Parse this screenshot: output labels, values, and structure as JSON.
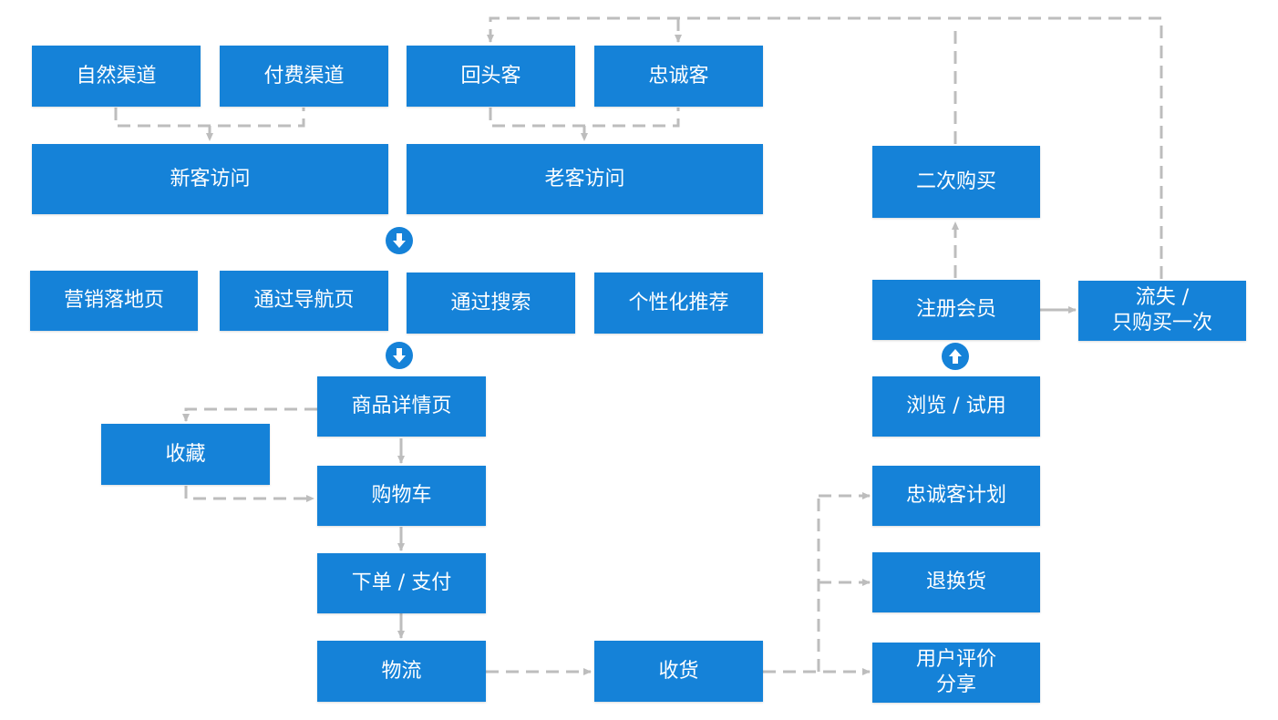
{
  "nodes": {
    "natural_channel": "自然渠道",
    "paid_channel": "付费渠道",
    "returning_customer": "回头客",
    "loyal_customer": "忠诚客",
    "new_visit": "新客访问",
    "old_visit": "老客访问",
    "landing_page": "营销落地页",
    "via_navigation": "通过导航页",
    "via_search": "通过搜索",
    "personalized_recommend": "个性化推荐",
    "product_detail": "商品详情页",
    "favorite": "收藏",
    "cart": "购物车",
    "order_pay": "下单 / 支付",
    "logistics": "物流",
    "receive": "收货",
    "loyalty_program": "忠诚客计划",
    "return_exchange": "退换货",
    "review_share": "用户评价\n分享",
    "browse_trial": "浏览 / 试用",
    "register_member": "注册会员",
    "second_purchase": "二次购买",
    "churn_once": "流失 /\n只购买一次"
  },
  "colors": {
    "box": "#1582d8",
    "line": "#bdbdbd",
    "text": "#ffffff"
  },
  "icons": {
    "down_arrow_1": "arrow-down-circle-icon",
    "down_arrow_2": "arrow-down-circle-icon",
    "up_arrow": "arrow-up-circle-icon"
  }
}
